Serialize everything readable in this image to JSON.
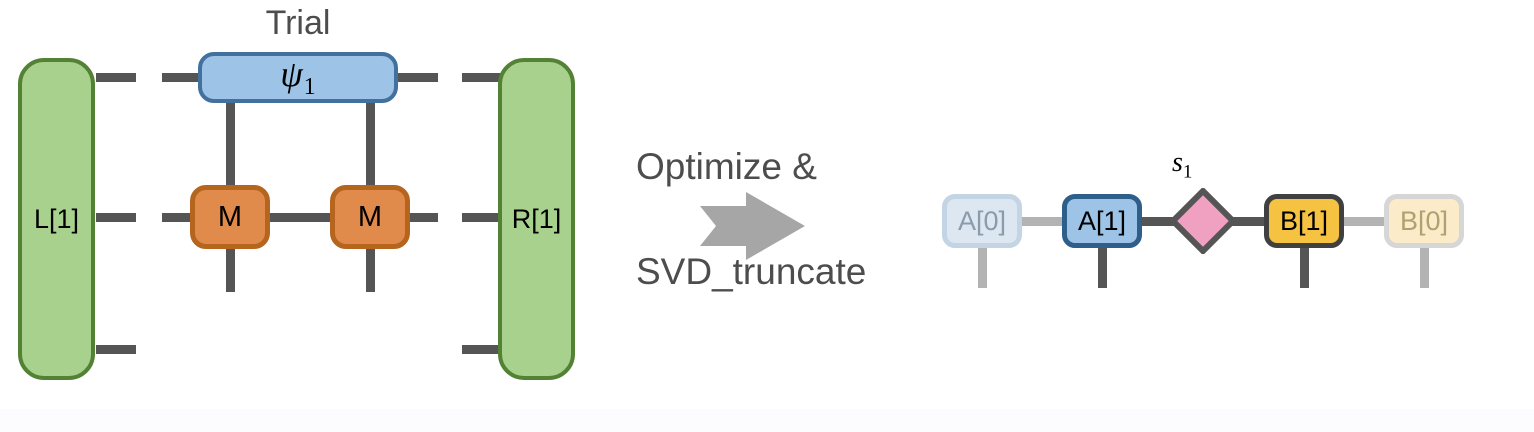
{
  "diagram": {
    "title_note": "Tensor-network contraction diagram",
    "background_color": "#FFFFFF"
  },
  "left_panel": {
    "heading": "Trial",
    "environment_left": {
      "label": "L[1]",
      "fill": "#A9D18E",
      "stroke": "#548235"
    },
    "environment_right": {
      "label": "R[1]",
      "fill": "#A9D18E",
      "stroke": "#548235"
    },
    "trial_tensor": {
      "label_base": "ψ",
      "label_sub": "1",
      "fill": "#9DC3E6",
      "stroke": "#41719C"
    },
    "mpo_tensors": [
      {
        "label": "M",
        "fill": "#E08A4B",
        "stroke": "#B5651D"
      },
      {
        "label": "M",
        "fill": "#E08A4B",
        "stroke": "#B5651D"
      }
    ]
  },
  "operation": {
    "caption_line1": "Optimize &",
    "caption_line2": "SVD_truncate",
    "arrow_icon": "arrow-right-icon",
    "arrow_color": "#A6A6A6",
    "text_color": "#4D4D4D"
  },
  "right_panel": {
    "singular_values": {
      "label_base": "s",
      "label_sub": "1",
      "fill": "#F0A0C0",
      "stroke": "#555555"
    },
    "nodes": [
      {
        "label": "A[0]",
        "state": "faded",
        "fill": "#DCE7F2",
        "stroke": "#C3D4E4",
        "text": "#8C9BAA"
      },
      {
        "label": "A[1]",
        "state": "active",
        "fill": "#9DC3E6",
        "stroke": "#2E5F8A",
        "text": "#000000"
      },
      {
        "label": "B[1]",
        "state": "active",
        "fill": "#F5C242",
        "stroke": "#404040",
        "text": "#000000"
      },
      {
        "label": "B[0]",
        "state": "faded",
        "fill": "#FBEBC8",
        "stroke": "#D6D6D6",
        "text": "#B0A172"
      }
    ]
  },
  "colors": {
    "wire": "#555555",
    "wire_faded": "#B3B3B3",
    "green": "#A9D18E",
    "green_border": "#548235",
    "blue": "#9DC3E6",
    "blue_border": "#41719C",
    "orange": "#E08A4B",
    "orange_border": "#B5651D",
    "yellow": "#F5C242",
    "pink": "#F0A0C0",
    "gray_text": "#4D4D4D"
  }
}
